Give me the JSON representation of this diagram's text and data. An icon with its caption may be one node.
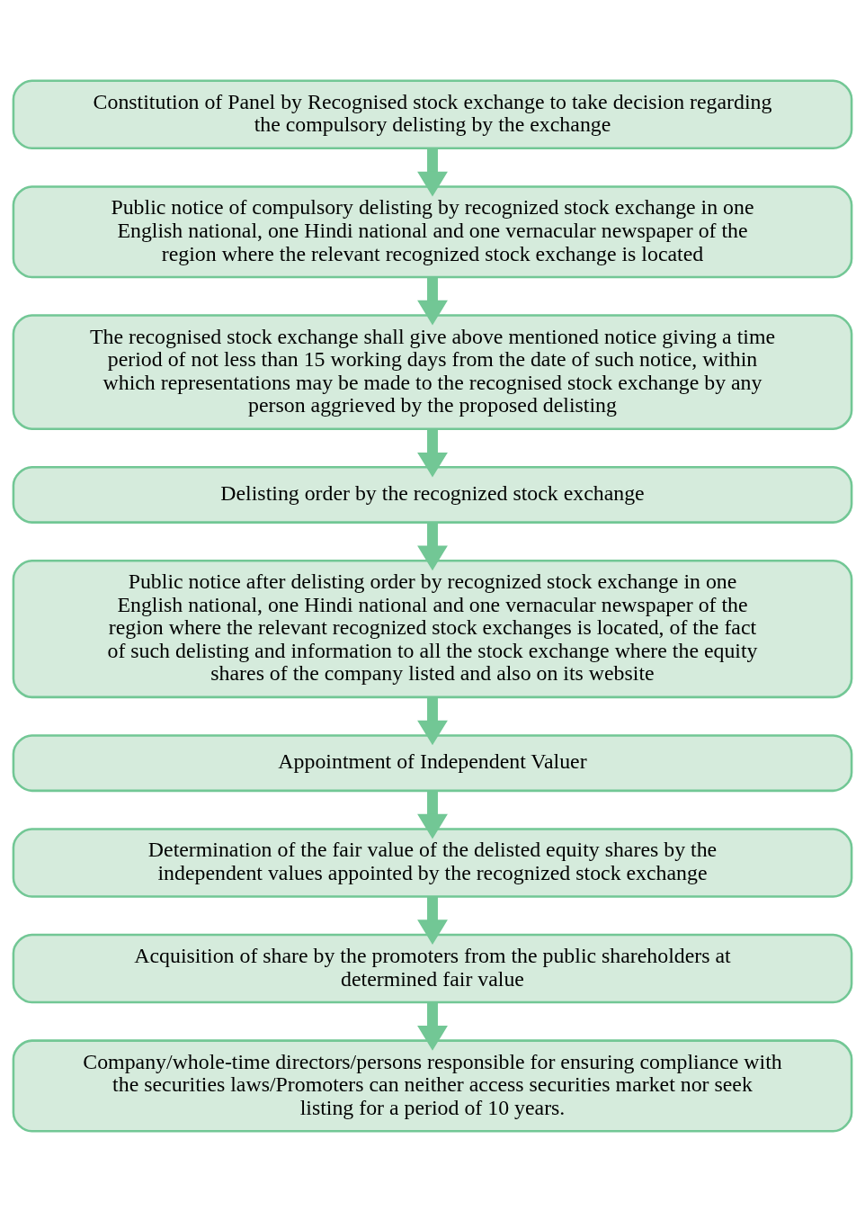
{
  "diagram": {
    "nodes": [
      {
        "text": [
          "Constitution of Panel by Recognised stock exchange to take decision regarding the compulsory delisting by the exchange"
        ]
      },
      {
        "text": [
          "Public notice of compulsory delisting by recognized stock exchange in one English national, one Hindi national and one vernacular newspaper of the region where the relevant recognized stock exchange is located"
        ]
      },
      {
        "text": [
          "The recognised stock exchange shall give above mentioned notice giving a time period of not less than 15 working days from the date of such notice, within which representations may be made to the recognised stock exchange by any person aggrieved by the proposed delisting"
        ]
      },
      {
        "text": [
          "Delisting order by the recognized stock exchange"
        ]
      },
      {
        "text": [
          "Public notice after delisting order by recognized stock exchange in one English national, one Hindi national and one vernacular newspaper of the region where the relevant recognized stock exchanges is located, of the fact of such delisting and information to all the stock exchange where the equity shares of the company listed and also on its website"
        ]
      },
      {
        "text": [
          "Appointment of Independent Valuer"
        ]
      },
      {
        "text": [
          "Determination of the fair value of the delisted equity shares by the independent values appointed by the recognized stock exchange"
        ]
      },
      {
        "text": [
          "Acquisition of share by the promoters from the public shareholders at determined fair value"
        ]
      },
      {
        "text": [
          "Company/whole-time directors/persons responsible for ensuring compliance with the securities laws/Promoters can neither access securities market nor seek listing for a period of 10 years."
        ]
      }
    ],
    "edges": [
      {
        "from": 0,
        "to": 1,
        "arrow": "to"
      },
      {
        "from": 1,
        "to": 2,
        "arrow": "to"
      },
      {
        "from": 2,
        "to": 3,
        "arrow": "to"
      },
      {
        "from": 3,
        "to": 4,
        "arrow": "to"
      },
      {
        "from": 4,
        "to": 5,
        "arrow": "to"
      },
      {
        "from": 5,
        "to": 6,
        "arrow": "to"
      },
      {
        "from": 6,
        "to": 7,
        "arrow": "to"
      },
      {
        "from": 7,
        "to": 8,
        "arrow": "to"
      }
    ]
  }
}
